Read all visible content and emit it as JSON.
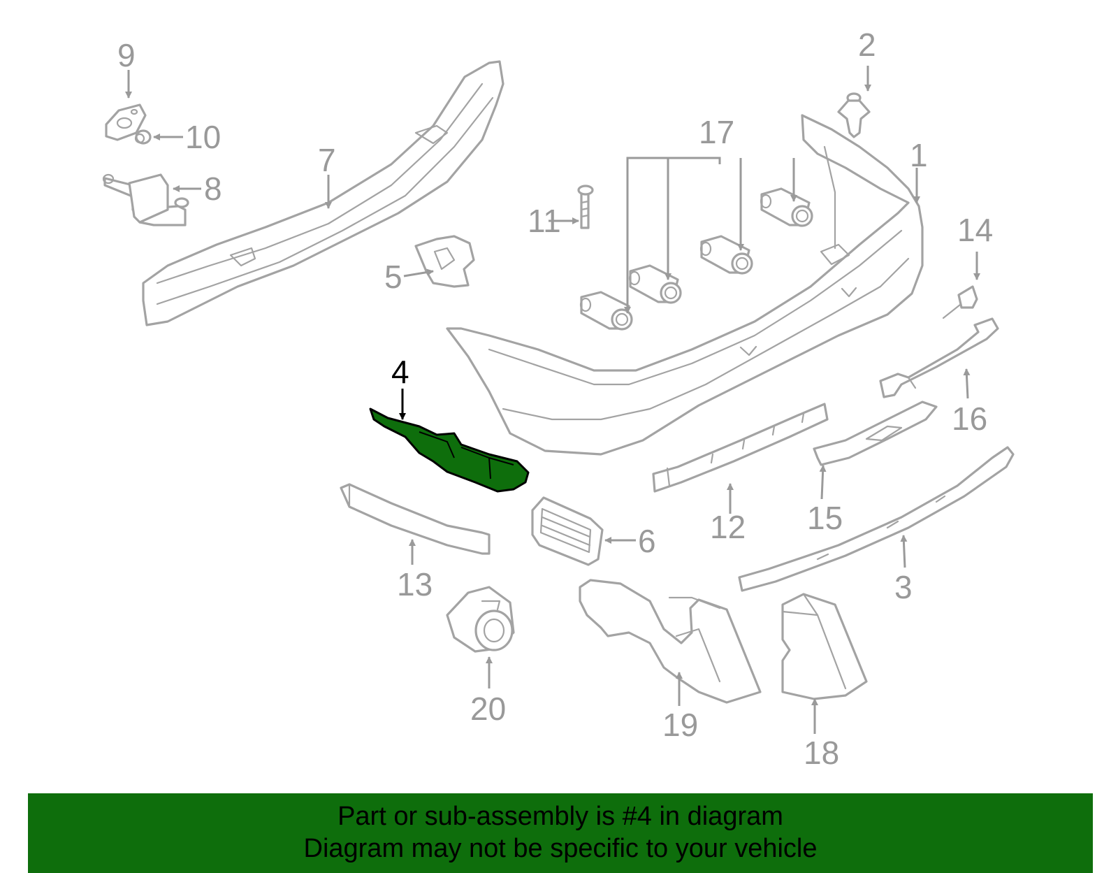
{
  "diagram": {
    "highlight_color": "#0e6e0c",
    "callouts": [
      {
        "id": "1",
        "label": "1"
      },
      {
        "id": "2",
        "label": "2"
      },
      {
        "id": "3",
        "label": "3"
      },
      {
        "id": "4",
        "label": "4"
      },
      {
        "id": "5",
        "label": "5"
      },
      {
        "id": "6",
        "label": "6"
      },
      {
        "id": "7",
        "label": "7"
      },
      {
        "id": "8",
        "label": "8"
      },
      {
        "id": "9",
        "label": "9"
      },
      {
        "id": "10",
        "label": "10"
      },
      {
        "id": "11",
        "label": "11"
      },
      {
        "id": "12",
        "label": "12"
      },
      {
        "id": "13",
        "label": "13"
      },
      {
        "id": "14",
        "label": "14"
      },
      {
        "id": "15",
        "label": "15"
      },
      {
        "id": "16",
        "label": "16"
      },
      {
        "id": "17",
        "label": "17"
      },
      {
        "id": "18",
        "label": "18"
      },
      {
        "id": "19",
        "label": "19"
      },
      {
        "id": "20",
        "label": "20"
      }
    ]
  },
  "banner": {
    "line1": "Part or sub-assembly is #4 in diagram",
    "line2": "Diagram may not be specific to your vehicle",
    "background": "#0e6e0c"
  }
}
